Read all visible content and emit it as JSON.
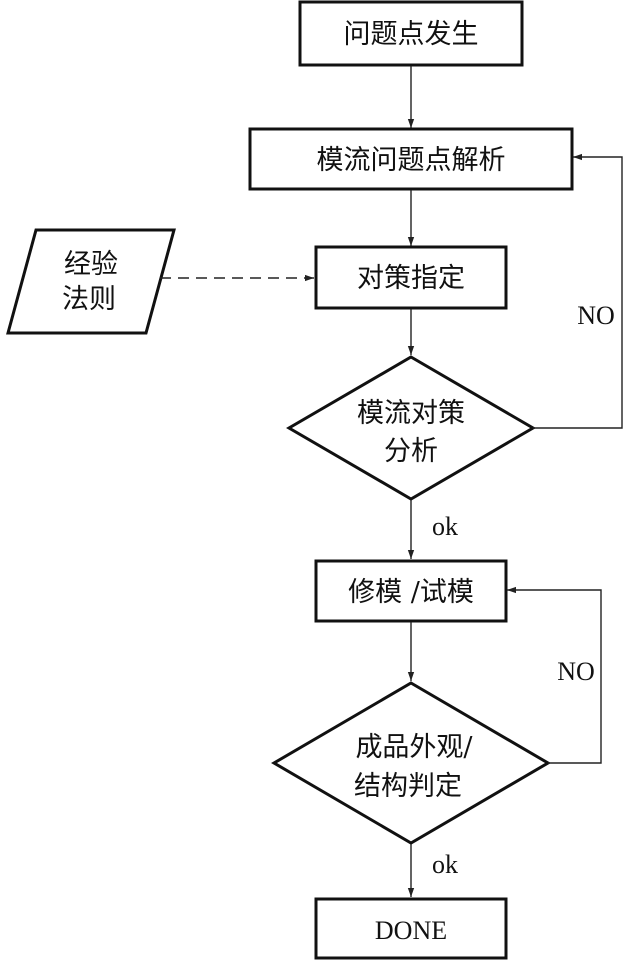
{
  "nodes": {
    "issue_occurs": "问题点发生",
    "mold_flow_analysis": "模流问题点解析",
    "experience_rules": [
      "经验",
      "法则"
    ],
    "countermeasure_assign": "对策指定",
    "countermeasure_check": [
      "模流对策",
      "分析"
    ],
    "mold_modify": "修模 /试模",
    "appearance_check": [
      "成品外观/",
      "结构判定"
    ],
    "done": "DONE"
  },
  "edge_labels": {
    "no_1": "NO",
    "ok_1": "ok",
    "no_2": "NO",
    "ok_2": "ok"
  }
}
